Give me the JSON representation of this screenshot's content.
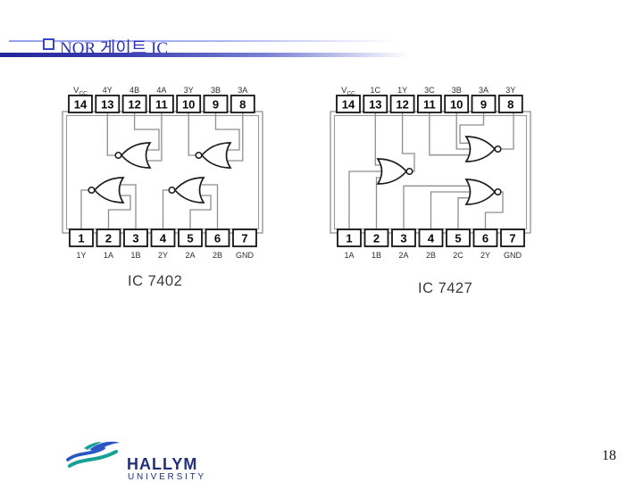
{
  "slide": {
    "title": "NOR 게이트 IC",
    "page_number": "18"
  },
  "header": {
    "accent_color": "#2d35b5"
  },
  "diagrams": [
    {
      "caption": "IC 7402",
      "top_pins": [
        {
          "num": "14",
          "label": "VCC"
        },
        {
          "num": "13",
          "label": "4Y"
        },
        {
          "num": "12",
          "label": "4B"
        },
        {
          "num": "11",
          "label": "4A"
        },
        {
          "num": "10",
          "label": "3Y"
        },
        {
          "num": "9",
          "label": "3B"
        },
        {
          "num": "8",
          "label": "3A"
        }
      ],
      "bottom_pins": [
        {
          "num": "1",
          "label": "1Y"
        },
        {
          "num": "2",
          "label": "1A"
        },
        {
          "num": "3",
          "label": "1B"
        },
        {
          "num": "4",
          "label": "2Y"
        },
        {
          "num": "5",
          "label": "2A"
        },
        {
          "num": "6",
          "label": "2B"
        },
        {
          "num": "7",
          "label": "GND"
        }
      ]
    },
    {
      "caption": "IC 7427",
      "top_pins": [
        {
          "num": "14",
          "label": "VCC"
        },
        {
          "num": "13",
          "label": "1C"
        },
        {
          "num": "12",
          "label": "1Y"
        },
        {
          "num": "11",
          "label": "3C"
        },
        {
          "num": "10",
          "label": "3B"
        },
        {
          "num": "9",
          "label": "3A"
        },
        {
          "num": "8",
          "label": "3Y"
        }
      ],
      "bottom_pins": [
        {
          "num": "1",
          "label": "1A"
        },
        {
          "num": "2",
          "label": "1B"
        },
        {
          "num": "3",
          "label": "2A"
        },
        {
          "num": "4",
          "label": "2B"
        },
        {
          "num": "5",
          "label": "2C"
        },
        {
          "num": "6",
          "label": "2Y"
        },
        {
          "num": "7",
          "label": "GND"
        }
      ]
    }
  ],
  "footer": {
    "logo_name": "HALLYM",
    "logo_subtitle": "UNIVERSITY",
    "logo_navy": "#20307f",
    "logo_blue": "#2a55c4",
    "logo_teal": "#16a096"
  }
}
